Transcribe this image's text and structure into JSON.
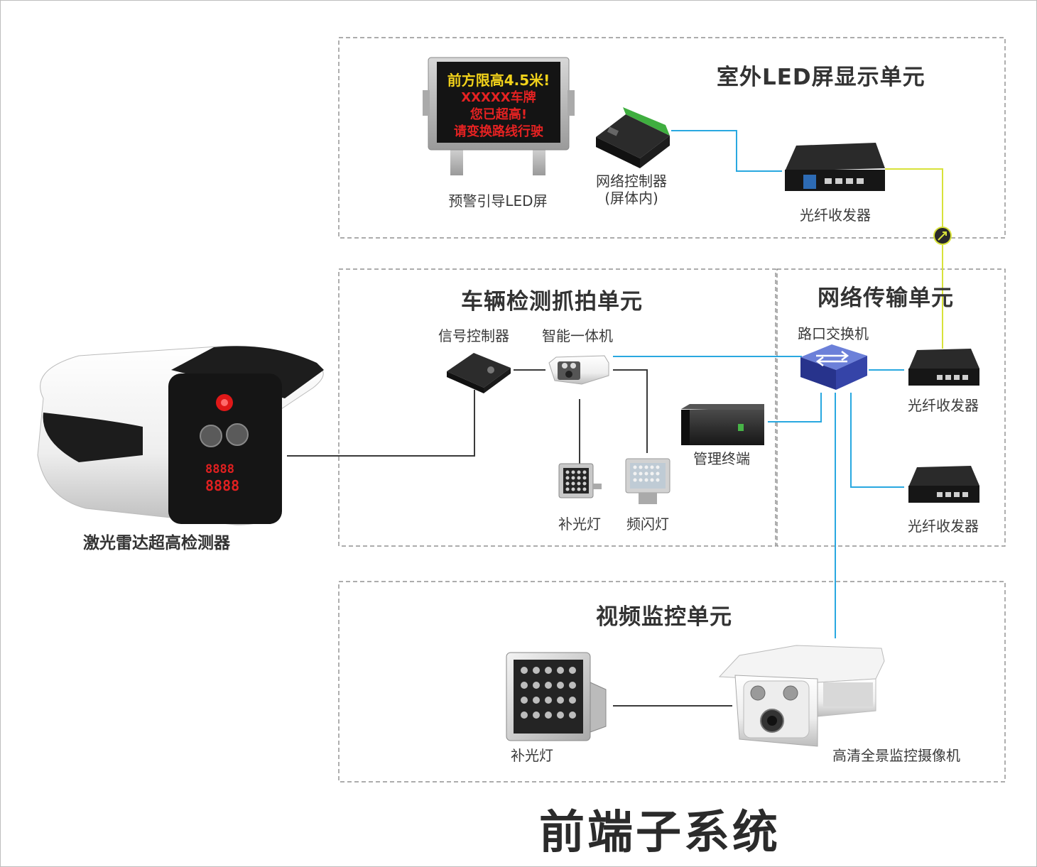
{
  "system_title": "前端子系统",
  "detector": {
    "label": "激光雷达超高检测器"
  },
  "units": {
    "led_display": {
      "title": "室外LED屏显示单元",
      "sign": {
        "label": "预警引导LED屏",
        "lines": [
          "前方限高4.5米!",
          "XXXXX车牌",
          "您已超高!",
          "请变换路线行驶"
        ]
      },
      "controller": {
        "label": "网络控制器",
        "sublabel": "(屏体内)"
      },
      "transceiver": {
        "label": "光纤收发器"
      }
    },
    "vehicle_detection": {
      "title": "车辆检测抓拍单元",
      "signal_controller": {
        "label": "信号控制器"
      },
      "smart_camera": {
        "label": "智能一体机"
      },
      "fill_light": {
        "label": "补光灯"
      },
      "strobe_light": {
        "label": "频闪灯"
      },
      "mgmt_terminal": {
        "label": "管理终端"
      }
    },
    "network": {
      "title": "网络传输单元",
      "switch": {
        "label": "路口交换机"
      },
      "transceiver_upper": {
        "label": "光纤收发器"
      },
      "transceiver_lower": {
        "label": "光纤收发器"
      }
    },
    "video": {
      "title": "视频监控单元",
      "fill_light": {
        "label": "补光灯"
      },
      "camera": {
        "label": "高清全景监控摄像机"
      }
    }
  },
  "colors": {
    "network_link": "#29a8e0",
    "fiber_link": "#d8e23a",
    "control_link": "#3a3a3a",
    "unit_border": "#7a7a7a"
  }
}
